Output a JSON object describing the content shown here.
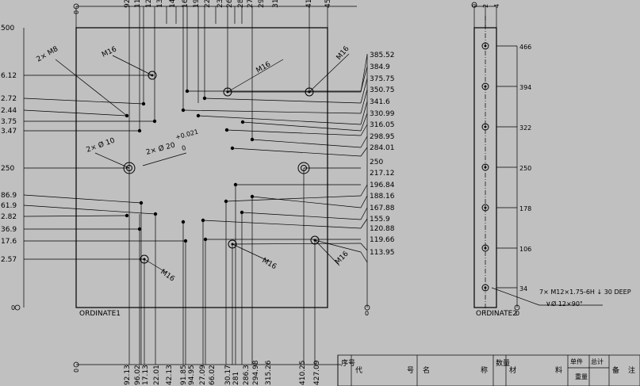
{
  "drawing": {
    "ordinate1_label": "ORDINATE1",
    "ordinate2_label": "ORDINATE2",
    "zero": "0",
    "left_y_labels": [
      "500",
      "6.12",
      "2.72",
      "2.44",
      "3.75",
      "3.47",
      "250",
      "86.9",
      "61.9",
      "2.82",
      "36.9",
      "17.6",
      "2.57"
    ],
    "right_y_labels": [
      "385.52",
      "384.9",
      "375.75",
      "350.75",
      "341.6",
      "330.99",
      "316.05",
      "298.95",
      "284.01",
      "250",
      "217.12",
      "196.84",
      "188.16",
      "167.88",
      "155.9",
      "120.88",
      "119.66",
      "113.95"
    ],
    "top_x_labels": [
      "92",
      "11",
      "12",
      "13",
      "14",
      "16",
      "19",
      "22",
      "23",
      "26",
      "28",
      "27",
      "29",
      "31",
      "41",
      "45"
    ],
    "bottom_x_labels": [
      "92.13",
      "96.02",
      "17.13",
      "22.01",
      "42.13",
      "91.85",
      "94.95",
      "27.09",
      "66.02",
      "30.17",
      "281",
      "286.3",
      "294.98",
      "315.26",
      "410.25",
      "427.09"
    ],
    "callouts": {
      "m8": "2× M8",
      "m16_a": "M16",
      "m16_b": "M16",
      "m16_c": "M16",
      "m16_d": "M16",
      "m16_e": "M16",
      "m16_f": "M16",
      "phi10": "2× Ø 10",
      "phi20": "2× Ø 20",
      "tol_upper": "+0.021",
      "tol_lower": "0"
    },
    "side_labels": [
      "466",
      "394",
      "322",
      "250",
      "178",
      "106",
      "34"
    ],
    "side_top_labels": [
      "0",
      "2",
      "4"
    ],
    "thread_note": "7× M12×1.75-6H ↓ 30 DEEP",
    "chamfer_note": "Ø 12×90°"
  },
  "title_block": {
    "headers": [
      "序号",
      "代",
      "号",
      "名",
      "称",
      "数量",
      "材",
      "料",
      "单件",
      "总计",
      "重量",
      "备",
      "注"
    ]
  }
}
